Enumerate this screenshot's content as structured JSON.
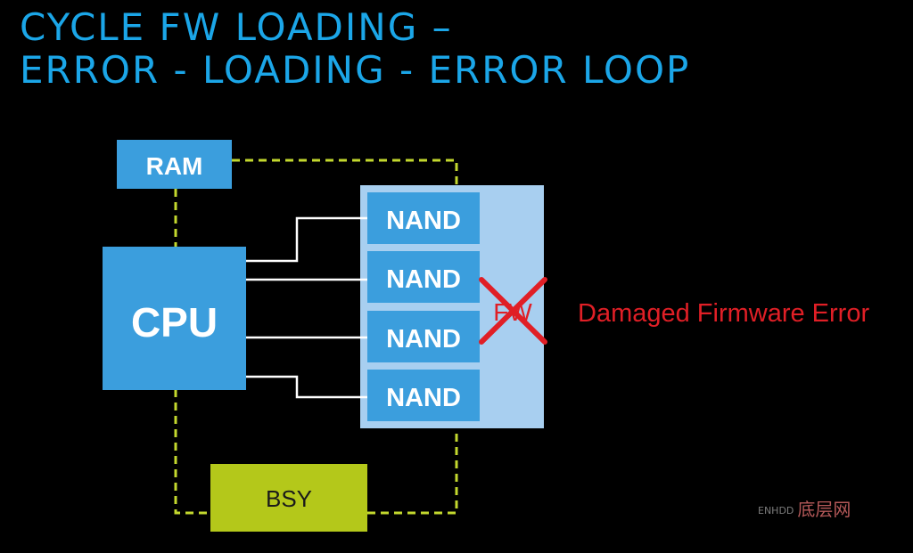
{
  "title": {
    "line1": "CYCLE FW LOADING –",
    "line2": "ERROR - LOADING - ERROR LOOP"
  },
  "diagram": {
    "ram_label": "RAM",
    "cpu_label": "CPU",
    "nand_labels": [
      "NAND",
      "NAND",
      "NAND",
      "NAND"
    ],
    "fw_label": "FW",
    "bsy_label": "BSY",
    "error_text": "Damaged Firmware Error"
  },
  "watermark": {
    "small": "ENHDD",
    "text": "底层网"
  },
  "colors": {
    "title": "#1ba6e8",
    "box_blue": "#3b9edd",
    "nand_panel": "#a8cff0",
    "bsy_green": "#b4c81a",
    "dashed_line": "#c3d82e",
    "error_red": "#e01f26"
  }
}
